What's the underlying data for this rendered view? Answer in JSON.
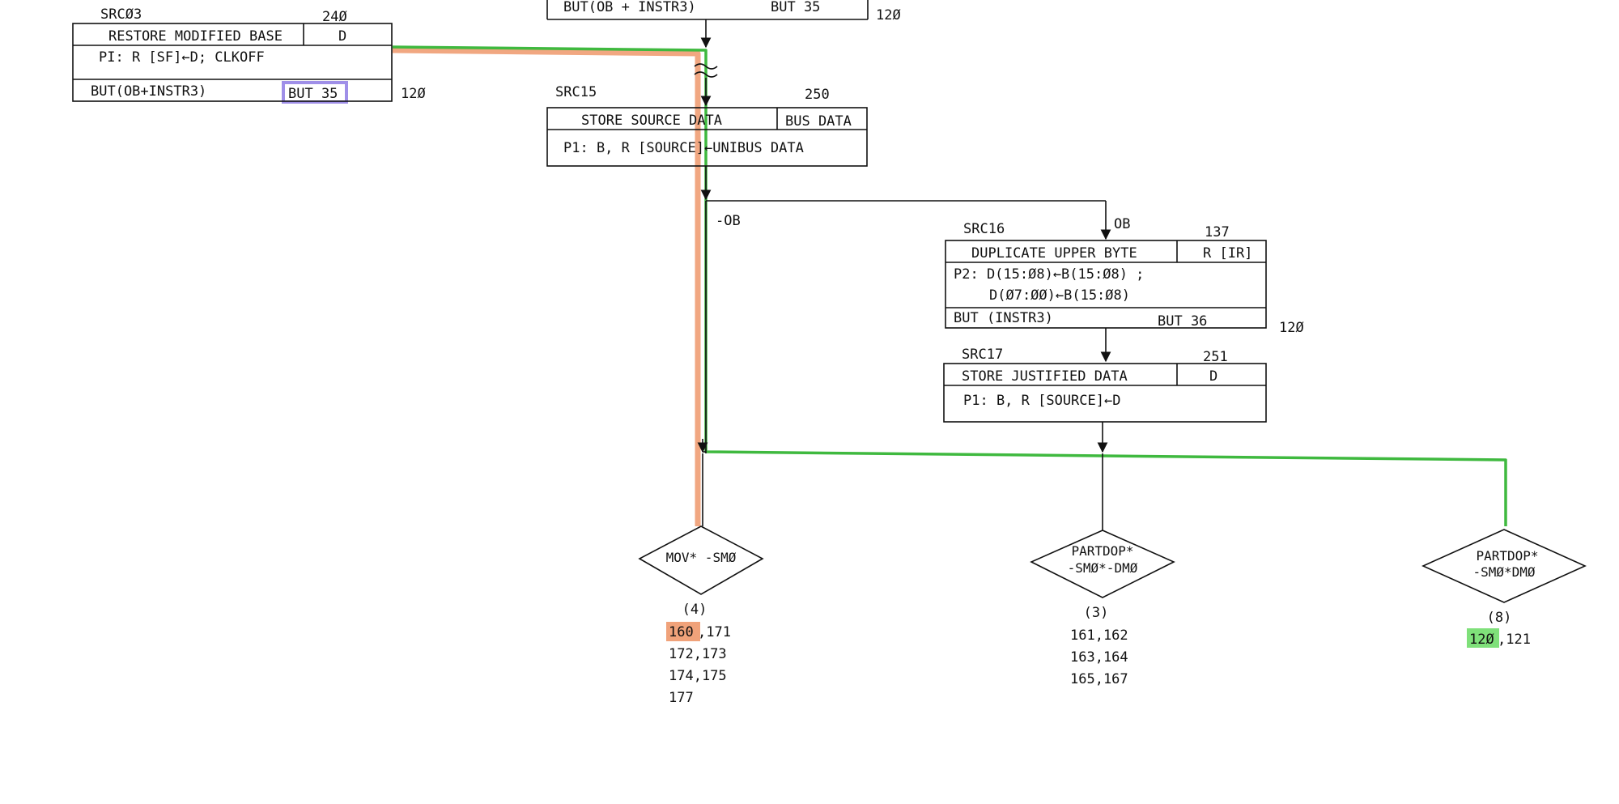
{
  "colors": {
    "highlight_orange": "#f0a27a",
    "highlight_green": "#3fb93f",
    "highlight_blue": "#9f8fe8",
    "line": "#111111"
  },
  "src03": {
    "id": "SRCØ3",
    "addr": "24Ø",
    "title": "RESTORE MODIFIED BASE",
    "reg": "D",
    "op": "PI: R [SF]←D; CLKOFF",
    "branch": "BUT(OB+INSTR3)",
    "but": "BUT 35",
    "next": "12Ø"
  },
  "top_block": {
    "branch": "BUT(OB + INSTR3)",
    "but": "BUT 35",
    "next": "12Ø"
  },
  "src15": {
    "id": "SRC15",
    "addr": "250",
    "title": "STORE SOURCE DATA",
    "reg": "BUS DATA",
    "op": "P1: B, R [SOURCE]←UNIBUS DATA"
  },
  "branch_labels": {
    "not_ob": "-OB",
    "ob": "OB"
  },
  "src16": {
    "id": "SRC16",
    "addr": "137",
    "title": "DUPLICATE UPPER BYTE",
    "reg": "R [IR]",
    "op1": "P2: D(15:Ø8)←B(15:Ø8) ;",
    "op2": "D(Ø7:ØØ)←B(15:Ø8)",
    "branch": "BUT (INSTR3)",
    "but": "BUT 36",
    "next": "12Ø"
  },
  "src17": {
    "id": "SRC17",
    "addr": "251",
    "title": "STORE JUSTIFIED DATA",
    "reg": "D",
    "op": "P1: B, R [SOURCE]←D"
  },
  "decisions": [
    {
      "line1": "MOV* -SMØ",
      "line2": "",
      "count": "(4)",
      "targets": [
        "160",
        ",171",
        "172,173",
        "174,175",
        "177"
      ]
    },
    {
      "line1": "PARTDOP*",
      "line2": "-SMØ*-DMØ",
      "count": "(3)",
      "targets": [
        "161,162",
        "163,164",
        "165,167"
      ]
    },
    {
      "line1": "PARTDOP*",
      "line2": "-SMØ*DMØ",
      "count": "(8)",
      "targets": [
        "12Ø",
        ",121"
      ]
    }
  ]
}
